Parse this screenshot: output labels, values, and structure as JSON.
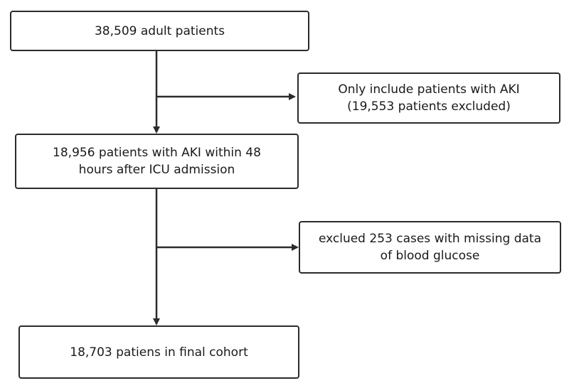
{
  "flowchart": {
    "box_start": {
      "line1": "38,509 adult patients"
    },
    "box_exclude_1": {
      "line1": "Only include patients with AKI",
      "line2": "(19,553 patients excluded)"
    },
    "box_aki": {
      "line1": "18,956 patients with AKI within 48",
      "line2": "hours after ICU admission"
    },
    "box_exclude_2": {
      "line1": "exclued 253 cases with missing data",
      "line2": "of blood glucose"
    },
    "box_final": {
      "line1": "18,703 patiens in final cohort"
    }
  },
  "colors": {
    "line": "#2b2b2b",
    "box_border": "#2b2b2b",
    "background": "#ffffff"
  }
}
